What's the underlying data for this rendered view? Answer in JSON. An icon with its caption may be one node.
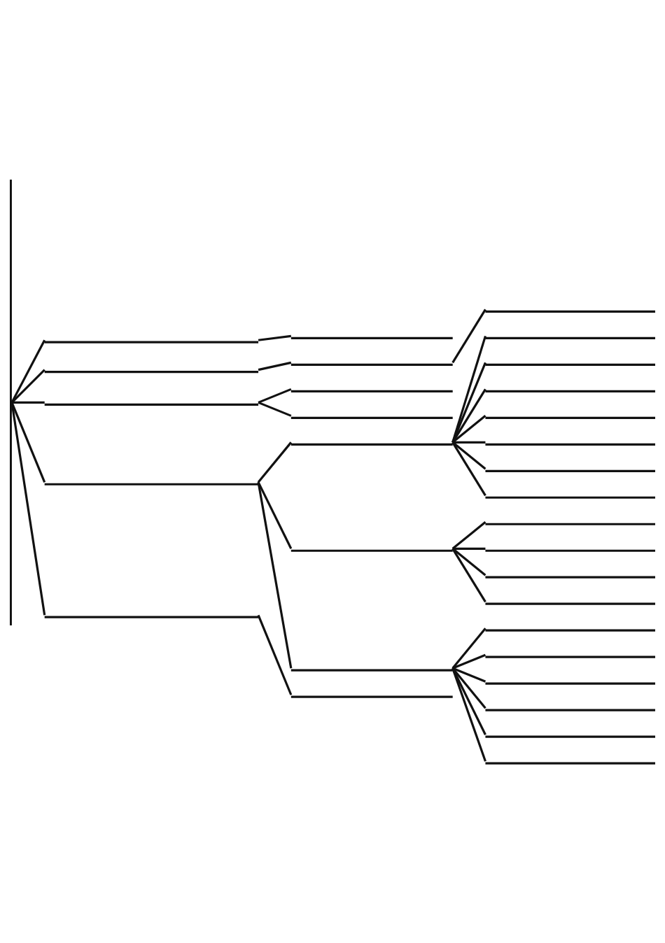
{
  "diagram": {
    "nodes": [
      {
        "text": [],
        "shape": "bar"
      },
      {
        "text": [],
        "shape": "line"
      },
      {
        "text": [],
        "shape": "line"
      },
      {
        "text": [],
        "shape": "line"
      },
      {
        "text": [],
        "shape": "line"
      },
      {
        "text": [],
        "shape": "line"
      },
      {
        "text": [],
        "shape": "line"
      },
      {
        "text": [],
        "shape": "line"
      },
      {
        "text": [],
        "shape": "line"
      },
      {
        "text": [],
        "shape": "line"
      },
      {
        "text": [],
        "shape": "line"
      },
      {
        "text": [],
        "shape": "line"
      },
      {
        "text": [],
        "shape": "line"
      },
      {
        "text": [],
        "shape": "line"
      },
      {
        "text": [],
        "shape": "line"
      },
      {
        "text": [],
        "shape": "line"
      },
      {
        "text": [],
        "shape": "line"
      },
      {
        "text": [],
        "shape": "line"
      },
      {
        "text": [],
        "shape": "line"
      },
      {
        "text": [],
        "shape": "line"
      },
      {
        "text": [],
        "shape": "line"
      },
      {
        "text": [],
        "shape": "line"
      },
      {
        "text": [],
        "shape": "line"
      },
      {
        "text": [],
        "shape": "line"
      },
      {
        "text": [],
        "shape": "line"
      },
      {
        "text": [],
        "shape": "line"
      },
      {
        "text": [],
        "shape": "line"
      },
      {
        "text": [],
        "shape": "line"
      },
      {
        "text": [],
        "shape": "line"
      },
      {
        "text": [],
        "shape": "line"
      },
      {
        "text": [],
        "shape": "line"
      },
      {
        "text": [],
        "shape": "line"
      }
    ],
    "edges": [
      {
        "from": 0,
        "to": 1,
        "arrow": "none"
      },
      {
        "from": 1,
        "to": 2,
        "arrow": "none"
      },
      {
        "from": 0,
        "to": 3,
        "arrow": "none"
      },
      {
        "from": 3,
        "to": 4,
        "arrow": "none"
      },
      {
        "from": 4,
        "to": 5,
        "arrow": "none"
      },
      {
        "from": 0,
        "to": 6,
        "arrow": "none"
      },
      {
        "from": 6,
        "to": 7,
        "arrow": "none"
      },
      {
        "from": 6,
        "to": 8,
        "arrow": "none"
      },
      {
        "from": 0,
        "to": 9,
        "arrow": "none"
      },
      {
        "from": 9,
        "to": 10,
        "arrow": "none"
      },
      {
        "from": 10,
        "to": 11,
        "arrow": "none"
      },
      {
        "from": 10,
        "to": 12,
        "arrow": "none"
      },
      {
        "from": 10,
        "to": 13,
        "arrow": "none"
      },
      {
        "from": 10,
        "to": 14,
        "arrow": "none"
      },
      {
        "from": 10,
        "to": 15,
        "arrow": "none"
      },
      {
        "from": 10,
        "to": 16,
        "arrow": "none"
      },
      {
        "from": 10,
        "to": 17,
        "arrow": "none"
      },
      {
        "from": 9,
        "to": 18,
        "arrow": "none"
      },
      {
        "from": 18,
        "to": 19,
        "arrow": "none"
      },
      {
        "from": 18,
        "to": 20,
        "arrow": "none"
      },
      {
        "from": 18,
        "to": 21,
        "arrow": "none"
      },
      {
        "from": 18,
        "to": 22,
        "arrow": "none"
      },
      {
        "from": 9,
        "to": 23,
        "arrow": "none"
      },
      {
        "from": 23,
        "to": 24,
        "arrow": "none"
      },
      {
        "from": 23,
        "to": 25,
        "arrow": "none"
      },
      {
        "from": 23,
        "to": 26,
        "arrow": "none"
      },
      {
        "from": 23,
        "to": 27,
        "arrow": "none"
      },
      {
        "from": 23,
        "to": 28,
        "arrow": "none"
      },
      {
        "from": 23,
        "to": 29,
        "arrow": "none"
      },
      {
        "from": 0,
        "to": 30,
        "arrow": "none"
      },
      {
        "from": 30,
        "to": 31,
        "arrow": "none"
      }
    ]
  }
}
